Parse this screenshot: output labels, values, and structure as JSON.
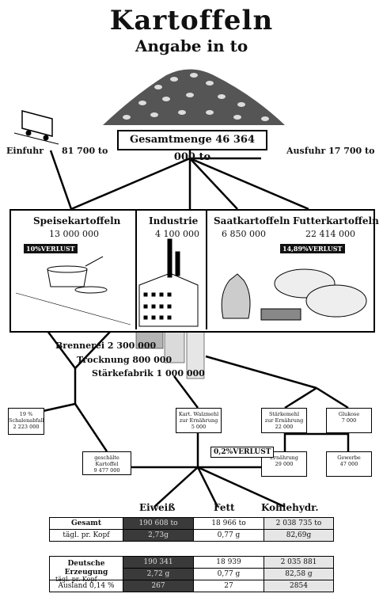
{
  "header": {
    "title": "Kartoffeln",
    "subtitle": "Angabe in to"
  },
  "total": {
    "label": "Gesamtmenge 46 364 000 to"
  },
  "import": {
    "label": "Einfuhr",
    "value": "81 700 to"
  },
  "export": {
    "label": "Ausfuhr 17 700 to"
  },
  "categories": [
    {
      "name": "Speisekartoffeln",
      "value": "13 000 000",
      "loss": "10%VERLUST"
    },
    {
      "name": "Industrie",
      "value": "4 100 000"
    },
    {
      "name": "Saatkartoffeln",
      "value": "6 850 000"
    },
    {
      "name": "Futterkartoffeln",
      "value": "22 414 000",
      "loss": "14,89%VERLUST"
    }
  ],
  "industry": {
    "brennerei": "Brennerei 2 300 000",
    "trocknung": "Trocknung 800 000",
    "staerke": "Stärkefabrik 1 000 000"
  },
  "products": {
    "schalenabfall": {
      "line1": "19 %",
      "line2": "Schalenabfall",
      "line3": "2 223 000"
    },
    "geschaelt": {
      "line1": "geschälte Kartoffel",
      "line2": "9 477 000"
    },
    "walzmehl": {
      "line1": "Kart. Walzmehl",
      "line2": "zur Ernährung",
      "line3": "5 000"
    },
    "staerkemehl": {
      "line1": "Stärkemehl",
      "line2": "zur Ernährung",
      "line3": "22 000"
    },
    "glukose": {
      "line1": "Glukose",
      "line2": "7 000"
    },
    "ernaehrung": {
      "line1": "Ernährung",
      "line2": "29 000"
    },
    "gewerbe": {
      "line1": "Gewerbe",
      "line2": "47 000"
    },
    "loss": "0,2%VERLUST"
  },
  "nutrients": {
    "headers": [
      "Eiweiß",
      "Fett",
      "Kohlehydr."
    ],
    "gesamt": {
      "label": "Gesamt",
      "values": [
        "190 608 to",
        "18 966 to",
        "2 038 735 to"
      ]
    },
    "kopf": {
      "label": "tägl. pr. Kopf",
      "values": [
        "2,73g",
        "0,77 g",
        "82,69g"
      ]
    },
    "deutsche": {
      "label1": "Deutsche",
      "label2": "Erzeugung",
      "values": [
        "190 341",
        "18 939",
        "2 035 881"
      ]
    },
    "kopf2": {
      "label": "tägl. pr. Kopf",
      "values": [
        "2,72 g",
        "0,77 g",
        "82,58 g"
      ]
    },
    "ausland": {
      "label": "Ausland 0,14 %",
      "values": [
        "267",
        "27",
        "2854"
      ]
    }
  }
}
